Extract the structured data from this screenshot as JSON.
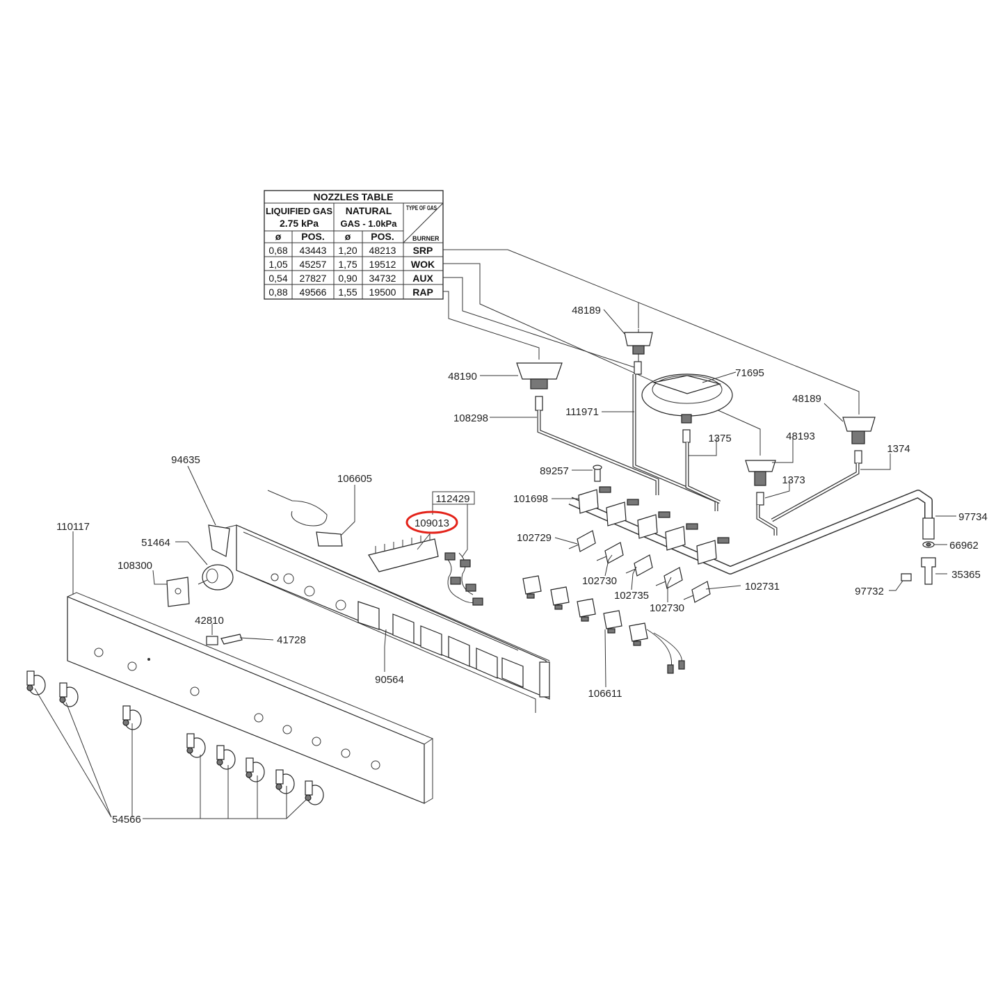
{
  "nozzles_table": {
    "title": "NOZZLES TABLE",
    "lpg_header": "LIQUIFIED GAS",
    "lpg_pressure": "2.75 kPa",
    "ng_header": "NATURAL",
    "ng_pressure": "GAS - 1.0kPa",
    "type_of_gas": "TYPE OF GAS",
    "burner": "BURNER",
    "dia_symbol": "ø",
    "pos_label": "POS.",
    "rows": [
      {
        "lpg_d": "0,68",
        "lpg_pos": "43443",
        "ng_d": "1,20",
        "ng_pos": "48213",
        "burner": "SRP"
      },
      {
        "lpg_d": "1,05",
        "lpg_pos": "45257",
        "ng_d": "1,75",
        "ng_pos": "19512",
        "burner": "WOK"
      },
      {
        "lpg_d": "0,54",
        "lpg_pos": "27827",
        "ng_d": "0,90",
        "ng_pos": "34732",
        "burner": "AUX"
      },
      {
        "lpg_d": "0,88",
        "lpg_pos": "49566",
        "ng_d": "1,55",
        "ng_pos": "19500",
        "burner": "RAP"
      }
    ]
  },
  "part_labels": [
    {
      "id": "48189a",
      "text": "48189"
    },
    {
      "id": "71695",
      "text": "71695"
    },
    {
      "id": "48189b",
      "text": "48189"
    },
    {
      "id": "48190",
      "text": "48190"
    },
    {
      "id": "108298",
      "text": "108298"
    },
    {
      "id": "111971",
      "text": "111971"
    },
    {
      "id": "1375",
      "text": "1375"
    },
    {
      "id": "48193",
      "text": "48193"
    },
    {
      "id": "1374",
      "text": "1374"
    },
    {
      "id": "94635",
      "text": "94635"
    },
    {
      "id": "106605",
      "text": "106605"
    },
    {
      "id": "89257",
      "text": "89257"
    },
    {
      "id": "1373",
      "text": "1373"
    },
    {
      "id": "112429",
      "text": "112429"
    },
    {
      "id": "109013",
      "text": "109013"
    },
    {
      "id": "101698",
      "text": "101698"
    },
    {
      "id": "97734",
      "text": "97734"
    },
    {
      "id": "110117",
      "text": "110117"
    },
    {
      "id": "51464",
      "text": "51464"
    },
    {
      "id": "102729",
      "text": "102729"
    },
    {
      "id": "66962",
      "text": "66962"
    },
    {
      "id": "108300",
      "text": "108300"
    },
    {
      "id": "102730a",
      "text": "102730"
    },
    {
      "id": "35365",
      "text": "35365"
    },
    {
      "id": "102731",
      "text": "102731"
    },
    {
      "id": "102735",
      "text": "102735"
    },
    {
      "id": "97732",
      "text": "97732"
    },
    {
      "id": "102730b",
      "text": "102730"
    },
    {
      "id": "42810",
      "text": "42810"
    },
    {
      "id": "41728",
      "text": "41728"
    },
    {
      "id": "90564",
      "text": "90564"
    },
    {
      "id": "106611",
      "text": "106611"
    },
    {
      "id": "54566",
      "text": "54566"
    }
  ],
  "highlight": {
    "part": "109013",
    "color": "#e32219"
  }
}
